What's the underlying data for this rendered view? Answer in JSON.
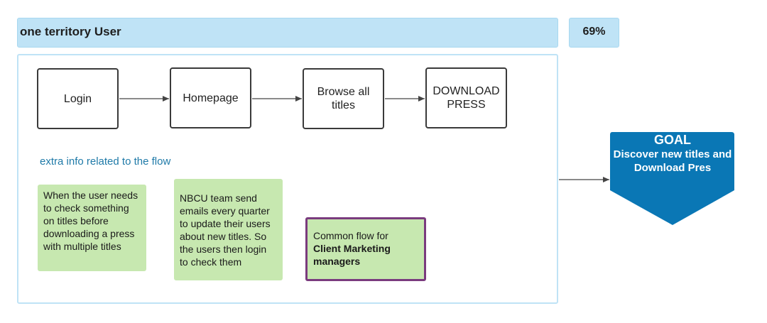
{
  "header": {
    "title": "one territory User",
    "percent": "69%"
  },
  "flow": {
    "steps": [
      {
        "label": "Login"
      },
      {
        "label": "Homepage"
      },
      {
        "label": "Browse all titles"
      },
      {
        "label": "DOWNLOAD PRESS"
      }
    ]
  },
  "extra": {
    "label": "extra info related to the flow",
    "notes": [
      {
        "text": "When the user needs to check something on titles before downloading a press with multiple titles"
      },
      {
        "text": "NBCU team send emails every quarter to update their users about new titles. So the users then login to check them"
      },
      {
        "intro": "Common flow for",
        "bold": "Client Marketing managers"
      }
    ]
  },
  "goal": {
    "title": "GOAL",
    "description": "Discover new titles and Download Pres",
    "color": "#0a77b5"
  },
  "colors": {
    "header_fill": "#bfe3f6",
    "note_fill": "#c7e8b0",
    "highlight_border": "#7a3b7e",
    "extra_label": "#1f7aa8"
  }
}
